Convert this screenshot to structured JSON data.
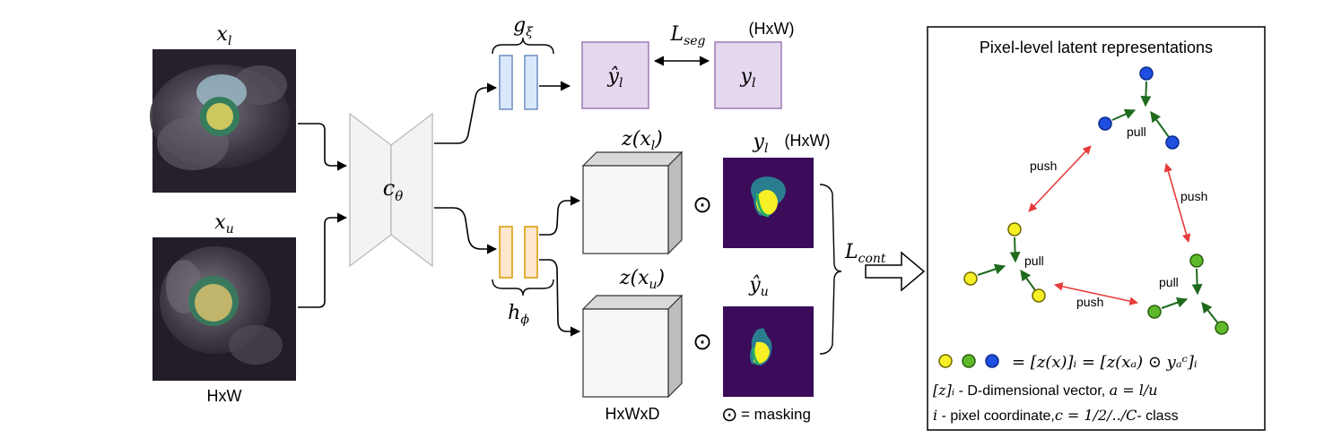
{
  "inputs": {
    "labeled": {
      "symbol": "x",
      "sub": "l"
    },
    "unlabeled": {
      "symbol": "x",
      "sub": "u"
    },
    "size_label": "HxW"
  },
  "encoder": {
    "symbol": "c",
    "sub": "θ"
  },
  "seg_head": {
    "symbol": "g",
    "sub": "ξ"
  },
  "proj_head": {
    "symbol": "h",
    "sub": "ϕ"
  },
  "seg_branch": {
    "pred": {
      "symbol": "ŷ",
      "sub": "l"
    },
    "gt": {
      "symbol": "y",
      "sub": "l"
    },
    "gt_size": "(HxW)",
    "loss": {
      "symbol": "L",
      "sub": "seg"
    }
  },
  "feature_maps": {
    "labeled": {
      "text": "z(x",
      "sub": "l",
      "close": ")"
    },
    "unlabeled": {
      "text": "z(x",
      "sub": "u",
      "close": ")"
    },
    "size_label": "HxWxD"
  },
  "masks": {
    "labeled": {
      "symbol": "y",
      "sub": "l",
      "size": "(HxW)"
    },
    "unlabeled": {
      "symbol": "ŷ",
      "sub": "u"
    },
    "operator": "⊙",
    "legend": "= masking"
  },
  "contrastive_loss": {
    "symbol": "L",
    "sub": "cont"
  },
  "panel": {
    "title": "Pixel-level latent representations",
    "pull_label": "pull",
    "push_label": "push",
    "equation": "= [z(x)]ᵢ = [z(xₐ) ⊙ yₐᶜ]ᵢ",
    "note1_sym": "[z]ᵢ",
    "note1": " - D-dimensional vector,  ",
    "note1_b": "a = l/u",
    "note2_sym": "i",
    "note2": " - pixel coordinate,",
    "note2_b": "c = 1/2/../C",
    "note2_c": "- class"
  },
  "colors": {
    "blue": "#1f4fe0",
    "green": "#5fb82a",
    "yellow": "#f7f026",
    "pull_arrow": "#1e6b1e",
    "push_arrow": "#e83a3a",
    "seg_box": "#e4d7ee",
    "seg_box_border": "#9d7cb5",
    "head_blue": "#dae8fc",
    "head_blue_border": "#6c8ebf",
    "head_orange": "#ffe6cc",
    "head_orange_border": "#d79b00",
    "mask_bg": "#3b0c5a"
  }
}
